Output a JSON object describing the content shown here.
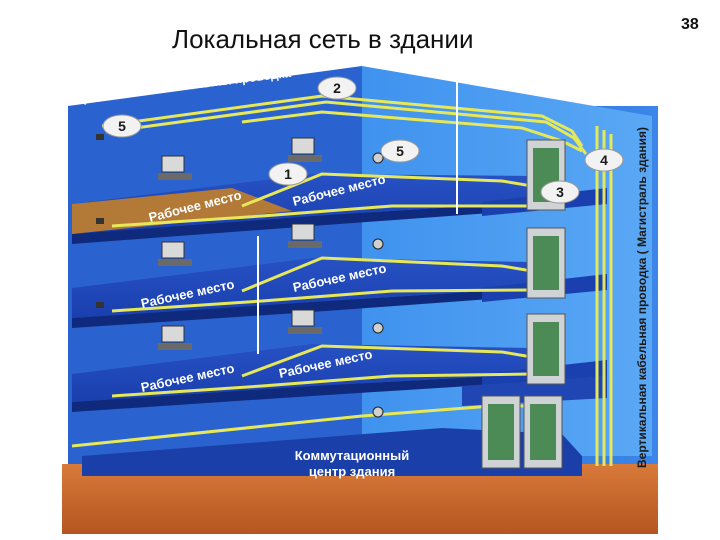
{
  "slide": {
    "title": "Локальная сеть в здании",
    "number": "38"
  },
  "diagram": {
    "horizontal_label": "Горизонтальная  кабельная проводка",
    "vertical_label": "Вертикальная кабельная проводка ( Магистраль здания)",
    "workplace_label": "Рабочее место",
    "comm_center_line1": "Коммутационный",
    "comm_center_line2": "центр здания",
    "markers": [
      "1",
      "2",
      "3",
      "4",
      "5",
      "5"
    ],
    "colors": {
      "floor_blue": "#1a3fae",
      "wall_blue": "#2e6fd6",
      "cable_yellow": "#e6e85a",
      "ground_brown": "#c0632a",
      "rack_gray": "#cfd3d6"
    }
  }
}
